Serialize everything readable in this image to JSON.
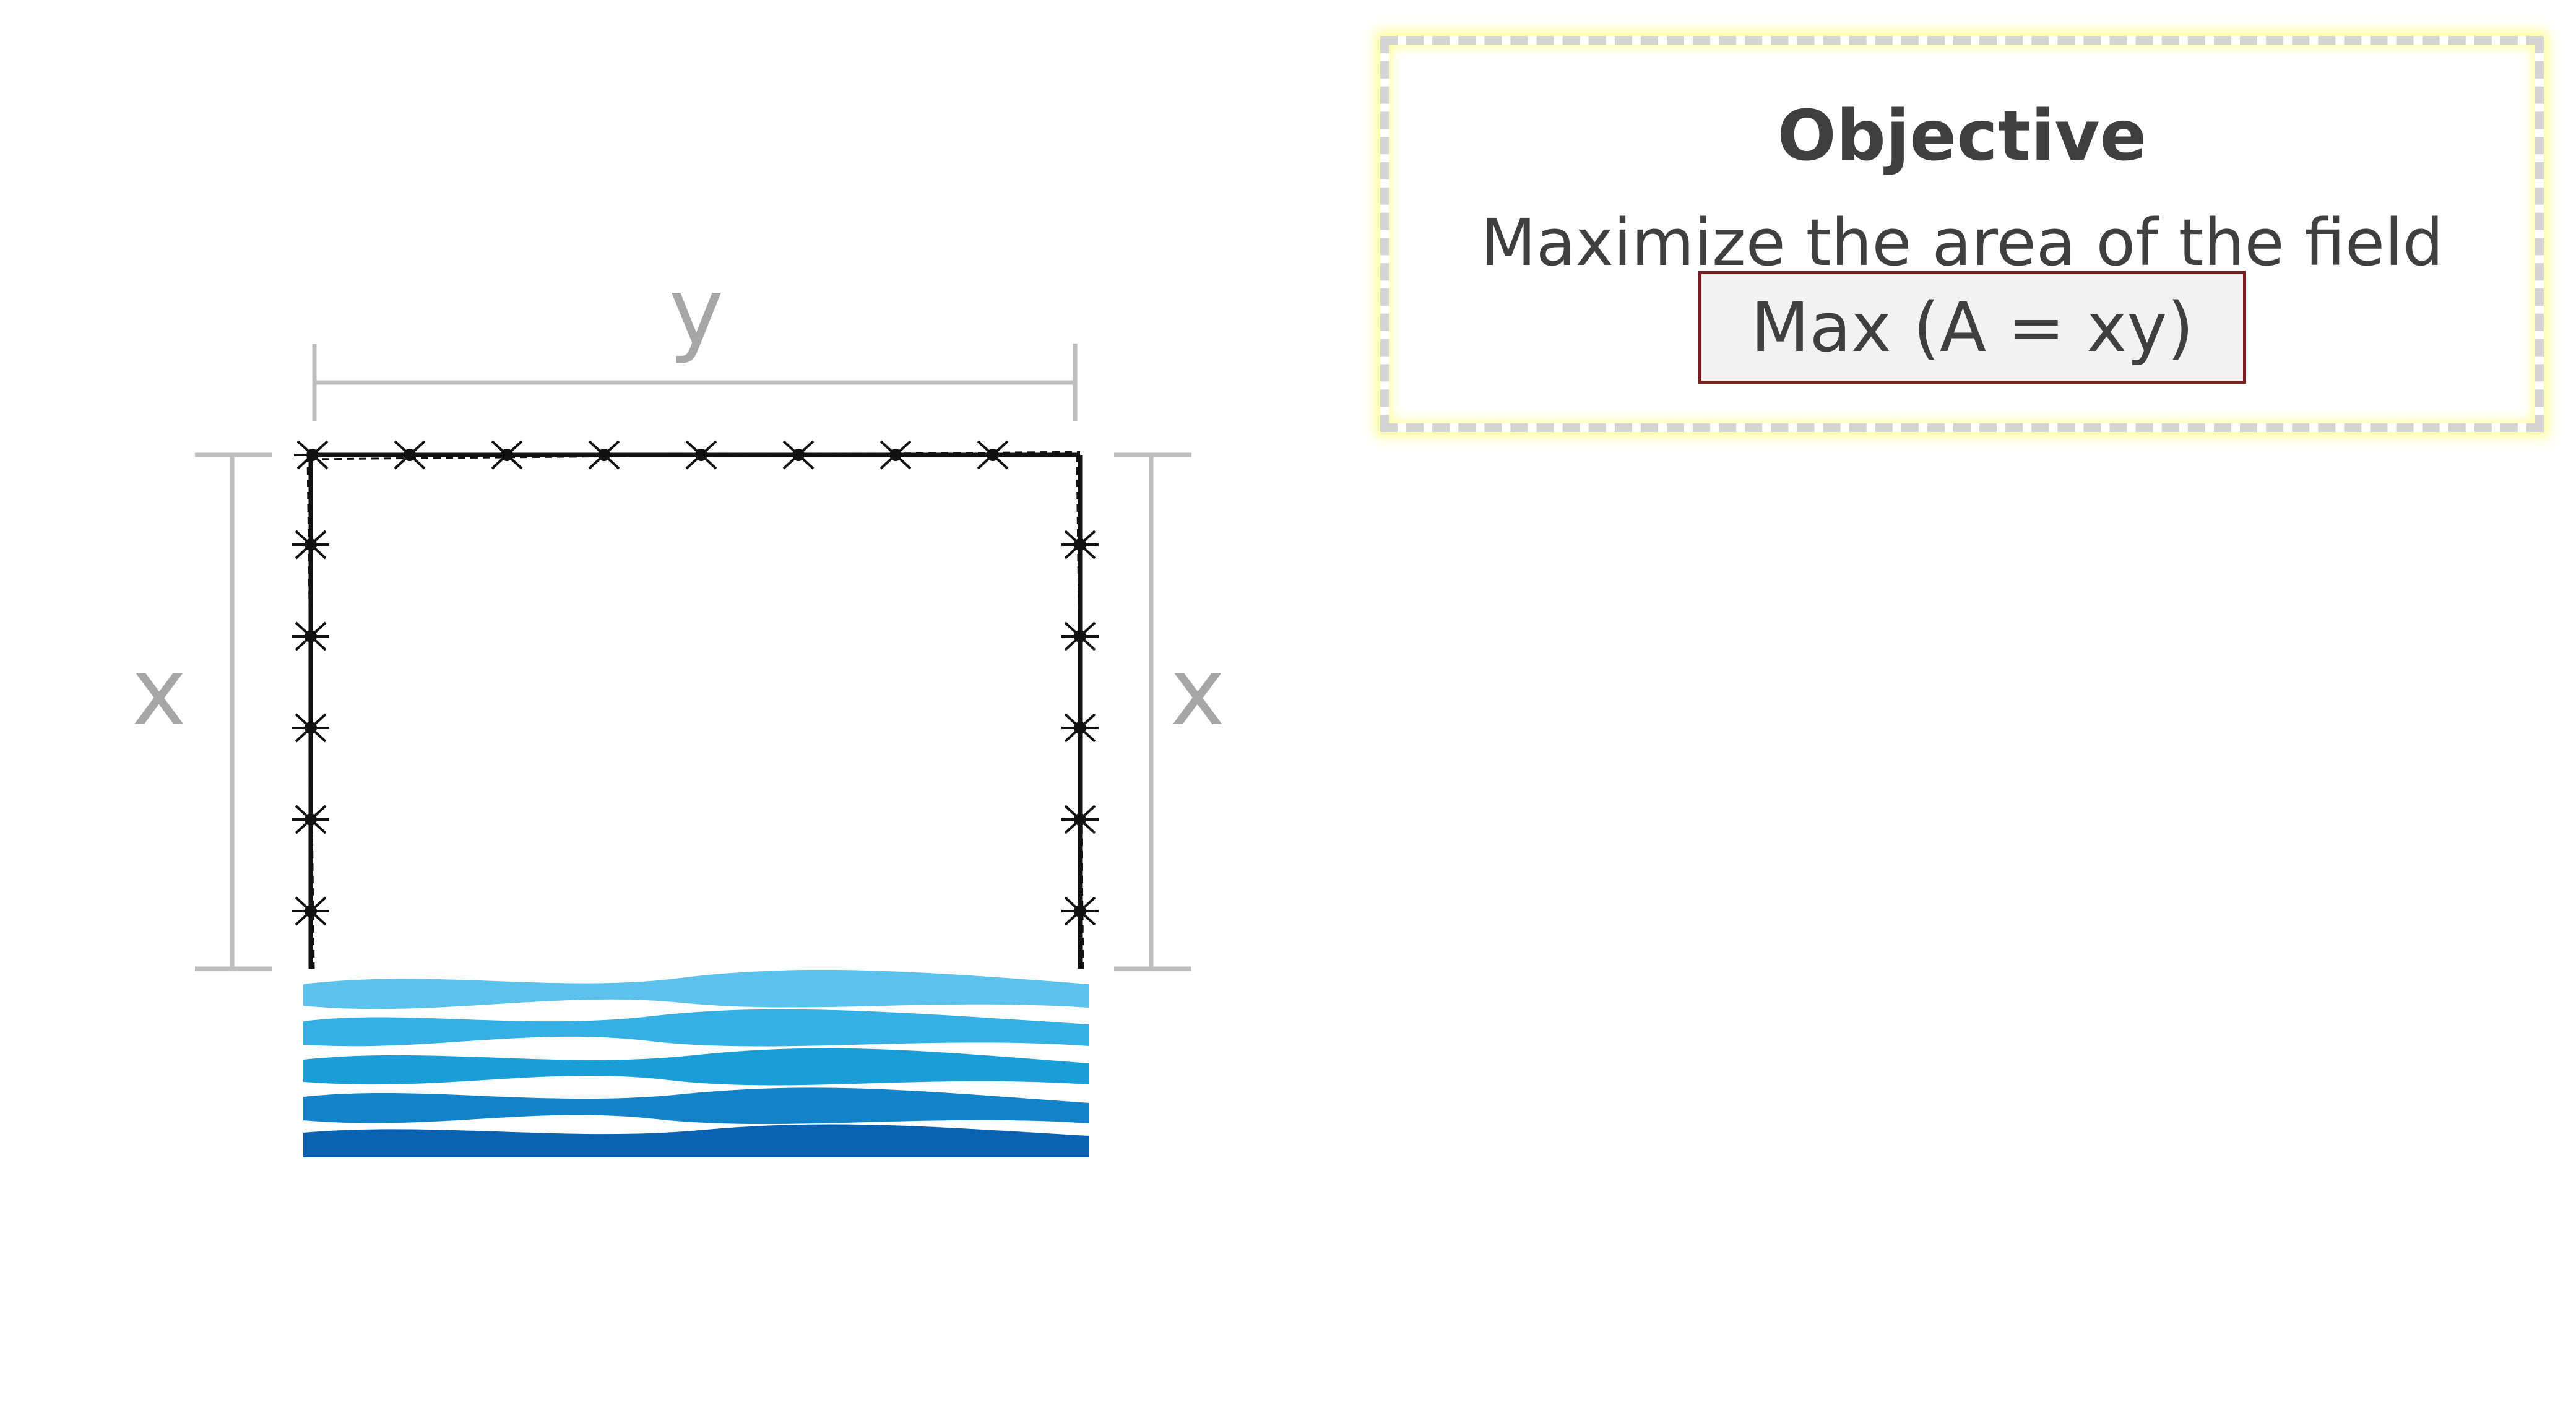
{
  "diagram": {
    "labels": {
      "top": "y",
      "left": "x",
      "right": "x"
    },
    "colors": {
      "dimension_line": "#bdbdbd",
      "fence": "#111111",
      "water_light": "#5bc2ee",
      "water_mid": "#1a9ed8",
      "water_dark": "#0a62b3"
    }
  },
  "objective": {
    "title": "Objective",
    "text": "Maximize the area of the field",
    "formula": "Max (A = xy)",
    "colors": {
      "border": "#d4d4d4",
      "glow": "#ffff78",
      "formula_border": "#7a1f1f",
      "formula_bg": "#f2f2f2"
    }
  }
}
